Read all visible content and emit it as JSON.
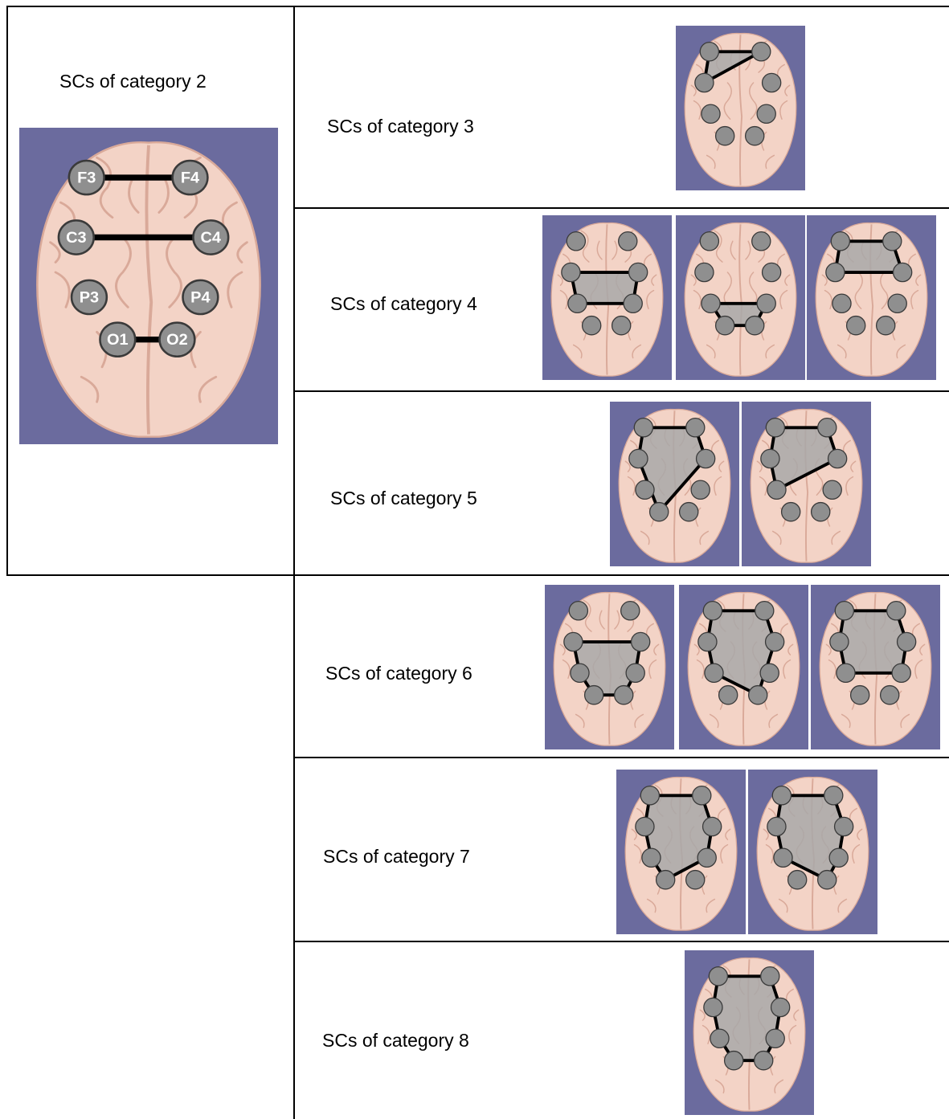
{
  "colors": {
    "background": "#6b6b9e",
    "brain": "#f3d3c6",
    "brain_fold": "#d9a999",
    "electrode": "#8f8f8f",
    "electrode_stroke": "#3a3a3a",
    "region_fill": "#a8a8a8",
    "edge": "#000000",
    "electrode_text": "#ffffff"
  },
  "electrode_labels": {
    "F3": "F3",
    "F4": "F4",
    "C3": "C3",
    "C4": "C4",
    "P3": "P3",
    "P4": "P4",
    "O1": "O1",
    "O2": "O2"
  },
  "rows": [
    {
      "label": "SCs of category 2",
      "brains": [
        {
          "edges": [
            [
              "F3",
              "F4"
            ],
            [
              "C3",
              "C4"
            ],
            [
              "O1",
              "O2"
            ]
          ],
          "region": [],
          "labeled": true
        }
      ]
    },
    {
      "label": "SCs of category 3",
      "brains": [
        {
          "edges": [
            [
              "F3",
              "F4"
            ],
            [
              "F4",
              "C3"
            ],
            [
              "C3",
              "F3"
            ]
          ],
          "region": [
            "F3",
            "F4",
            "C3"
          ],
          "labeled": false
        }
      ]
    },
    {
      "label": "SCs of category 4",
      "brains": [
        {
          "edges": [
            [
              "C3",
              "C4"
            ],
            [
              "C4",
              "P4"
            ],
            [
              "P4",
              "P3"
            ],
            [
              "P3",
              "C3"
            ]
          ],
          "region": [
            "C3",
            "C4",
            "P4",
            "P3"
          ],
          "labeled": false
        },
        {
          "edges": [
            [
              "P3",
              "P4"
            ],
            [
              "P4",
              "O2"
            ],
            [
              "O2",
              "O1"
            ],
            [
              "O1",
              "P3"
            ]
          ],
          "region": [
            "P3",
            "P4",
            "O2",
            "O1"
          ],
          "labeled": false
        },
        {
          "edges": [
            [
              "F3",
              "F4"
            ],
            [
              "F4",
              "C4"
            ],
            [
              "C4",
              "C3"
            ],
            [
              "C3",
              "F3"
            ]
          ],
          "region": [
            "F3",
            "F4",
            "C4",
            "C3"
          ],
          "labeled": false
        }
      ]
    },
    {
      "label": "SCs of category 5",
      "brains": [
        {
          "edges": [
            [
              "F3",
              "F4"
            ],
            [
              "F4",
              "C4"
            ],
            [
              "C4",
              "O1"
            ],
            [
              "O1",
              "C3"
            ],
            [
              "C3",
              "F3"
            ]
          ],
          "region": [
            "F3",
            "F4",
            "C4",
            "O1",
            "C3"
          ],
          "labeled": false
        },
        {
          "edges": [
            [
              "F3",
              "F4"
            ],
            [
              "F4",
              "C4"
            ],
            [
              "C4",
              "P3"
            ],
            [
              "P3",
              "C3"
            ],
            [
              "C3",
              "F3"
            ]
          ],
          "region": [
            "F3",
            "F4",
            "C4",
            "P3",
            "C3"
          ],
          "labeled": false
        }
      ]
    },
    {
      "label": "SCs of category 6",
      "brains": [
        {
          "edges": [
            [
              "C3",
              "C4"
            ],
            [
              "C4",
              "P4"
            ],
            [
              "P4",
              "O2"
            ],
            [
              "O2",
              "O1"
            ],
            [
              "O1",
              "P3"
            ],
            [
              "P3",
              "C3"
            ]
          ],
          "region": [
            "C3",
            "C4",
            "P4",
            "O2",
            "O1",
            "P3"
          ],
          "labeled": false
        },
        {
          "edges": [
            [
              "F3",
              "F4"
            ],
            [
              "F4",
              "C4"
            ],
            [
              "C4",
              "O2"
            ],
            [
              "O2",
              "P3"
            ],
            [
              "P3",
              "C3"
            ],
            [
              "C3",
              "F3"
            ]
          ],
          "region": [
            "F3",
            "F4",
            "C4",
            "O2",
            "P3",
            "C3"
          ],
          "labeled": false
        },
        {
          "edges": [
            [
              "F3",
              "F4"
            ],
            [
              "F4",
              "C4"
            ],
            [
              "C4",
              "P4"
            ],
            [
              "P4",
              "P3"
            ],
            [
              "P3",
              "C3"
            ],
            [
              "C3",
              "F3"
            ]
          ],
          "region": [
            "F3",
            "F4",
            "C4",
            "P4",
            "P3",
            "C3"
          ],
          "labeled": false
        }
      ]
    },
    {
      "label": "SCs of category 7",
      "brains": [
        {
          "edges": [
            [
              "F3",
              "F4"
            ],
            [
              "F4",
              "C4"
            ],
            [
              "C4",
              "P4"
            ],
            [
              "P4",
              "O1"
            ],
            [
              "O1",
              "P3"
            ],
            [
              "P3",
              "C3"
            ],
            [
              "C3",
              "F3"
            ]
          ],
          "region": [
            "F3",
            "F4",
            "C4",
            "P4",
            "O1",
            "P3",
            "C3"
          ],
          "labeled": false
        },
        {
          "edges": [
            [
              "F3",
              "F4"
            ],
            [
              "F4",
              "C4"
            ],
            [
              "C4",
              "P4"
            ],
            [
              "P4",
              "O2"
            ],
            [
              "O2",
              "P3"
            ],
            [
              "P3",
              "C3"
            ],
            [
              "C3",
              "F3"
            ]
          ],
          "region": [
            "F3",
            "F4",
            "C4",
            "P4",
            "O2",
            "P3",
            "C3"
          ],
          "labeled": false
        }
      ]
    },
    {
      "label": "SCs of category 8",
      "brains": [
        {
          "edges": [
            [
              "F3",
              "F4"
            ],
            [
              "F4",
              "C4"
            ],
            [
              "C4",
              "P4"
            ],
            [
              "P4",
              "O2"
            ],
            [
              "O2",
              "O1"
            ],
            [
              "O1",
              "P3"
            ],
            [
              "P3",
              "C3"
            ],
            [
              "C3",
              "F3"
            ]
          ],
          "region": [
            "F3",
            "F4",
            "C4",
            "P4",
            "O2",
            "O1",
            "P3",
            "C3"
          ],
          "labeled": false
        }
      ]
    }
  ]
}
